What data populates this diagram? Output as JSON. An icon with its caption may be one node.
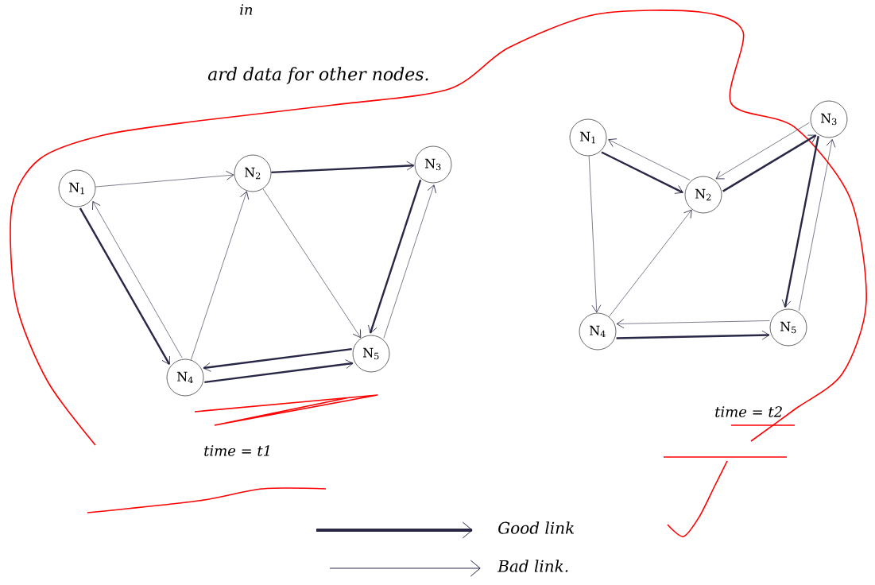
{
  "diagram": {
    "nodes": [
      {
        "text": [
          "N$_{1}$"
        ]
      },
      {
        "text": [
          "N$_{2}$"
        ]
      },
      {
        "text": [
          "N$_{3}$"
        ]
      },
      {
        "text": [
          "N$_{4}$"
        ]
      },
      {
        "text": [
          "N$_{5}$"
        ]
      },
      {
        "text": [
          "N$_{1}$"
        ]
      },
      {
        "text": [
          "N$_{2}$"
        ]
      },
      {
        "text": [
          "N$_{3}$"
        ]
      },
      {
        "text": [
          "N$_{4}$"
        ]
      },
      {
        "text": [
          "N$_{5}$"
        ]
      }
    ],
    "edges": [
      {
        "from": 0,
        "to": 1,
        "arrow": "to"
      },
      {
        "from": 1,
        "to": 2,
        "arrow": "to",
        "style": "thick"
      },
      {
        "from": 0,
        "to": 3,
        "arrow": "to",
        "style": "thick"
      },
      {
        "from": 3,
        "to": 0,
        "arrow": "to"
      },
      {
        "from": 3,
        "to": 1,
        "arrow": "to"
      },
      {
        "from": 1,
        "to": 4,
        "arrow": "to"
      },
      {
        "from": 2,
        "to": 4,
        "arrow": "to",
        "style": "thick"
      },
      {
        "from": 4,
        "to": 2,
        "arrow": "to"
      },
      {
        "from": 4,
        "to": 3,
        "arrow": "to",
        "style": "thick"
      },
      {
        "from": 3,
        "to": 4,
        "arrow": "to",
        "style": "thick"
      },
      {
        "from": 5,
        "to": 6,
        "arrow": "to",
        "style": "thick"
      },
      {
        "from": 6,
        "to": 5,
        "arrow": "to"
      },
      {
        "from": 6,
        "to": 7,
        "arrow": "to",
        "style": "thick"
      },
      {
        "from": 7,
        "to": 6,
        "arrow": "to"
      },
      {
        "from": 5,
        "to": 8,
        "arrow": "to"
      },
      {
        "from": 8,
        "to": 6,
        "arrow": "to"
      },
      {
        "from": 7,
        "to": 9,
        "arrow": "to",
        "style": "thick"
      },
      {
        "from": 9,
        "to": 7,
        "arrow": "to"
      },
      {
        "from": 8,
        "to": 9,
        "arrow": "to",
        "style": "thick"
      },
      {
        "from": 9,
        "to": 8,
        "arrow": "to"
      }
    ],
    "labels": [
      "in",
      "ard data for other nodes.",
      "time = t1",
      "time = t2"
    ],
    "legend": [
      {
        "text": "Good link"
      },
      {
        "text": "Bad link."
      }
    ]
  }
}
